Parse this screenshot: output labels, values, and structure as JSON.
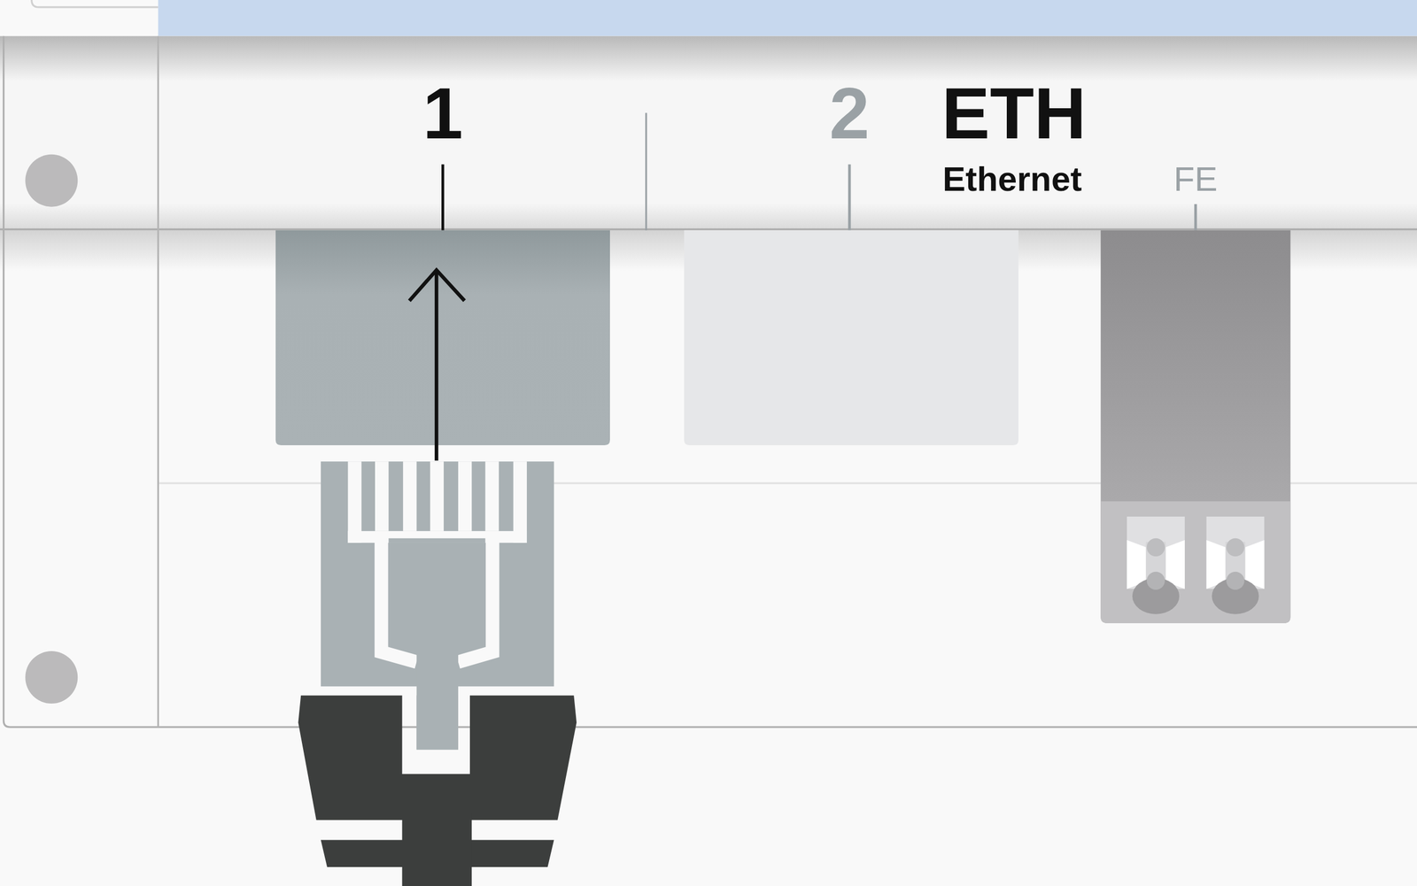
{
  "diagram": {
    "labels": [
      "1",
      "2",
      "ETH",
      "Ethernet",
      "FE"
    ]
  }
}
